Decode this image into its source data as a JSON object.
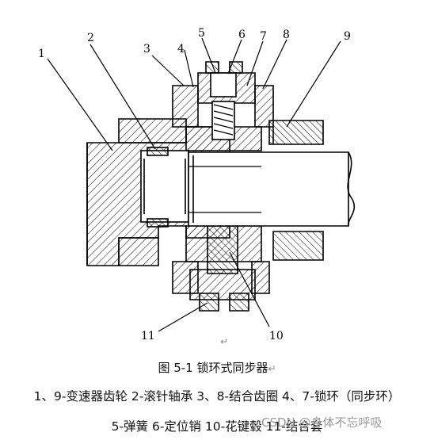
{
  "figure": {
    "part_numbers": [
      "1",
      "2",
      "3",
      "4",
      "5",
      "6",
      "7",
      "8",
      "9",
      "11",
      "10"
    ],
    "return_mark": "↵"
  },
  "caption": {
    "title": "图 5-1  锁环式同步器",
    "legend_line1": "1、9-变速器齿轮 2-滚针轴承 3、8-结合齿圈 4、7-锁环（同步环）",
    "legend_line2": "5-弹簧 6-定位销 10-花键毂 11-结合套"
  },
  "watermark": "CSDN @身体不忘呼吸"
}
